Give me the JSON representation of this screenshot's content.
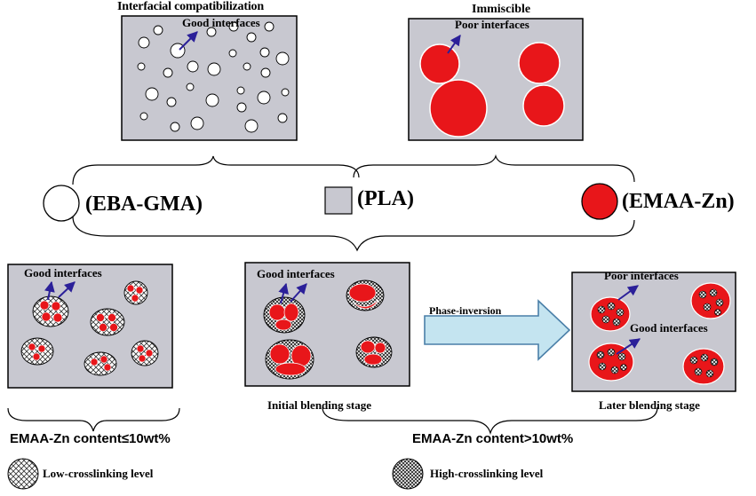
{
  "top_left_panel": {
    "title": "Interfacial compatibilization",
    "annotation": "Good interfaces"
  },
  "top_right_panel": {
    "title": "Immiscible",
    "annotation": "Poor interfaces"
  },
  "legend_components": [
    {
      "label": "(EBA-GMA)",
      "symbol": "white-circle"
    },
    {
      "label": "(PLA)",
      "symbol": "gray-square"
    },
    {
      "label": "(EMAA-Zn)",
      "symbol": "red-circle"
    }
  ],
  "bottom_left_panel": {
    "annotation": "Good interfaces",
    "range_label": "EMAA-Zn content≤10wt%"
  },
  "bottom_middle_panel": {
    "annotation": "Good interfaces",
    "caption": "Initial blending stage"
  },
  "bottom_right_panel": {
    "annotation_top": "Poor interfaces",
    "annotation_middle": "Good interfaces",
    "caption": "Later blending stage"
  },
  "arrow_label": "Phase-inversion",
  "range_label_right": "EMAA-Zn content>10wt%",
  "legend_crosslinking": [
    {
      "label": "Low-crosslinking level",
      "pattern": "coarse-crosshatch"
    },
    {
      "label": "High-crosslinking level",
      "pattern": "fine-crosshatch"
    }
  ],
  "colors": {
    "panel_fill": "#c8c8d0",
    "red_phase": "#e8161a",
    "arrow_blue": "#2b2099",
    "big_arrow_fill": "#c4e4f0",
    "big_arrow_stroke": "#4a7fa8"
  }
}
